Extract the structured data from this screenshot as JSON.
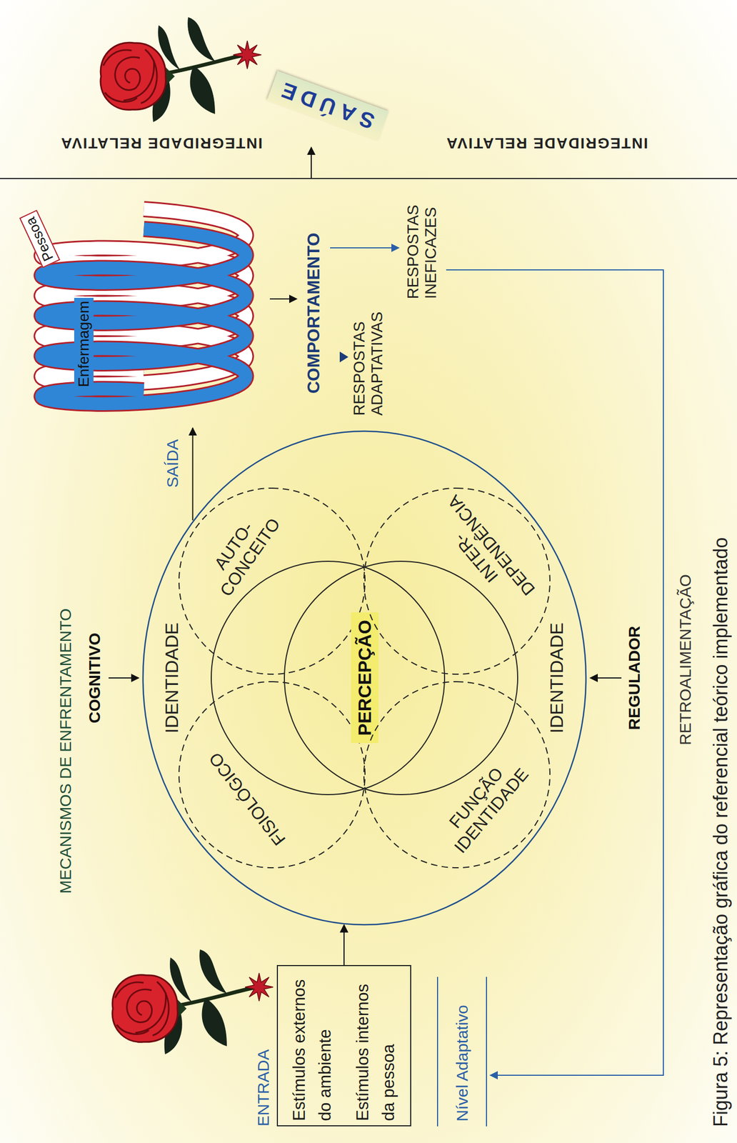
{
  "diagram": {
    "caption": "Figura 5: Representação gráfica do referencial teórico implementado",
    "nodes": [
      {
        "text": [
          "ENTRADA",
          "Estímulos externos do ambiente",
          "Estímulos internos da pessoa"
        ]
      },
      {
        "text": [
          "IDENTIDADE",
          "IDENTIDADE"
        ]
      },
      {
        "text": [
          "FISIOLÓGICO"
        ],
        "in": 1
      },
      {
        "text": [
          "AUTO- CONCEITO"
        ],
        "in": 1
      },
      {
        "text": [
          "PERCEPÇÃO"
        ],
        "in": 1
      },
      {
        "text": [
          "FUNÇÃO IDENTIDADE"
        ],
        "in": 1
      },
      {
        "text": [
          "INTER- DEPENDÊNCIA"
        ],
        "in": 1
      },
      {
        "text": [
          "Enfermagem",
          "Pessoa"
        ]
      },
      {
        "text": [
          "SAÚDE"
        ]
      }
    ],
    "edges": [
      {
        "from": 0,
        "to": 1,
        "arrow": "to"
      },
      {
        "from": 1,
        "to": 7,
        "label": "SAÍDA",
        "arrow": "to"
      }
    ],
    "labels": [
      "MECANISMOS DE ENFRENTAMENTO",
      "COGNITIVO",
      "REGULADOR",
      "RETROALIMENTAÇÃO",
      "COMPORTAMENTO",
      "RESPOSTAS ADAPTATIVAS",
      "RESPOSTAS INEFICAZES",
      "Nível Adaptativo",
      "INTEGRIDADE RELATIVA",
      "INTEGRIDADE RELATIVA"
    ]
  }
}
